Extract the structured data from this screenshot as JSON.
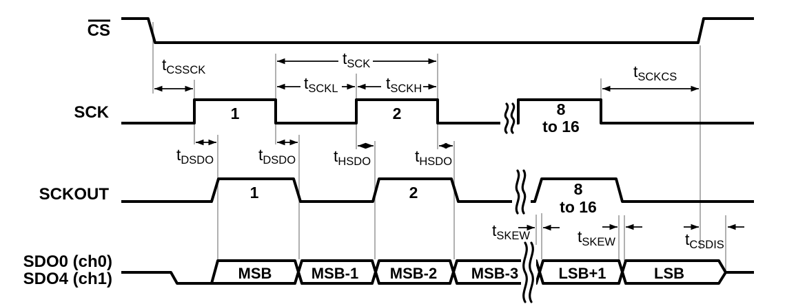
{
  "signals": {
    "cs": "CS",
    "sck": "SCK",
    "sckout": "SCKOUT",
    "sdo_line1": "SDO0 (ch0)",
    "sdo_line2": "SDO4 (ch1)"
  },
  "pulses": {
    "first": "1",
    "second": "2",
    "burst_line1": "8",
    "burst_line2": "to 16"
  },
  "bus_cells": [
    "MSB",
    "MSB-1",
    "MSB-2",
    "MSB-3",
    "LSB+1",
    "LSB"
  ],
  "timing": {
    "tcssck": {
      "base": "t",
      "sub": "CSSCK"
    },
    "tsck": {
      "base": "t",
      "sub": "SCK"
    },
    "tsckl": {
      "base": "t",
      "sub": "SCKL"
    },
    "tsckh": {
      "base": "t",
      "sub": "SCKH"
    },
    "tsckcs": {
      "base": "t",
      "sub": "SCKCS"
    },
    "tdsdo1": {
      "base": "t",
      "sub": "DSDO"
    },
    "tdsdo2": {
      "base": "t",
      "sub": "DSDO"
    },
    "thsdo1": {
      "base": "t",
      "sub": "HSDO"
    },
    "thsdo2": {
      "base": "t",
      "sub": "HSDO"
    },
    "tskew1": {
      "base": "t",
      "sub": "SKEW"
    },
    "tskew2": {
      "base": "t",
      "sub": "SKEW"
    },
    "tcsdis": {
      "base": "t",
      "sub": "CSDIS"
    }
  },
  "colors": {
    "trace": "#000000",
    "ref": "#8f8f8f",
    "bg": "#ffffff",
    "text": "#000000"
  }
}
